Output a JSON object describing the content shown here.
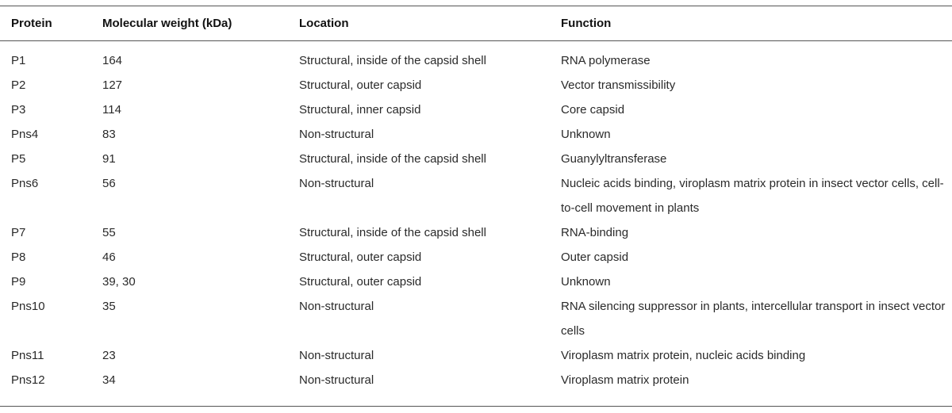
{
  "table": {
    "headers": [
      "Protein",
      "Molecular weight (kDa)",
      "Location",
      "Function"
    ],
    "rows": [
      [
        "P1",
        "164",
        "Structural, inside of the capsid shell",
        "RNA polymerase"
      ],
      [
        "P2",
        "127",
        "Structural, outer capsid",
        "Vector transmissibility"
      ],
      [
        "P3",
        "114",
        "Structural, inner capsid",
        "Core capsid"
      ],
      [
        "Pns4",
        "83",
        "Non-structural",
        "Unknown"
      ],
      [
        "P5",
        "91",
        "Structural, inside of the capsid shell",
        "Guanylyltransferase"
      ],
      [
        "Pns6",
        "56",
        "Non-structural",
        "Nucleic acids binding, viroplasm matrix protein in insect vector cells, cell-to-cell movement in plants"
      ],
      [
        "P7",
        "55",
        "Structural, inside of the capsid shell",
        "RNA-binding"
      ],
      [
        "P8",
        "46",
        "Structural, outer capsid",
        "Outer capsid"
      ],
      [
        "P9",
        "39, 30",
        "Structural, outer capsid",
        "Unknown"
      ],
      [
        "Pns10",
        "35",
        "Non-structural",
        "RNA silencing suppressor in plants, intercellular transport in insect vector cells"
      ],
      [
        "Pns11",
        "23",
        "Non-structural",
        "Viroplasm matrix protein, nucleic acids binding"
      ],
      [
        "Pns12",
        "34",
        "Non-structural",
        "Viroplasm matrix protein"
      ]
    ]
  }
}
